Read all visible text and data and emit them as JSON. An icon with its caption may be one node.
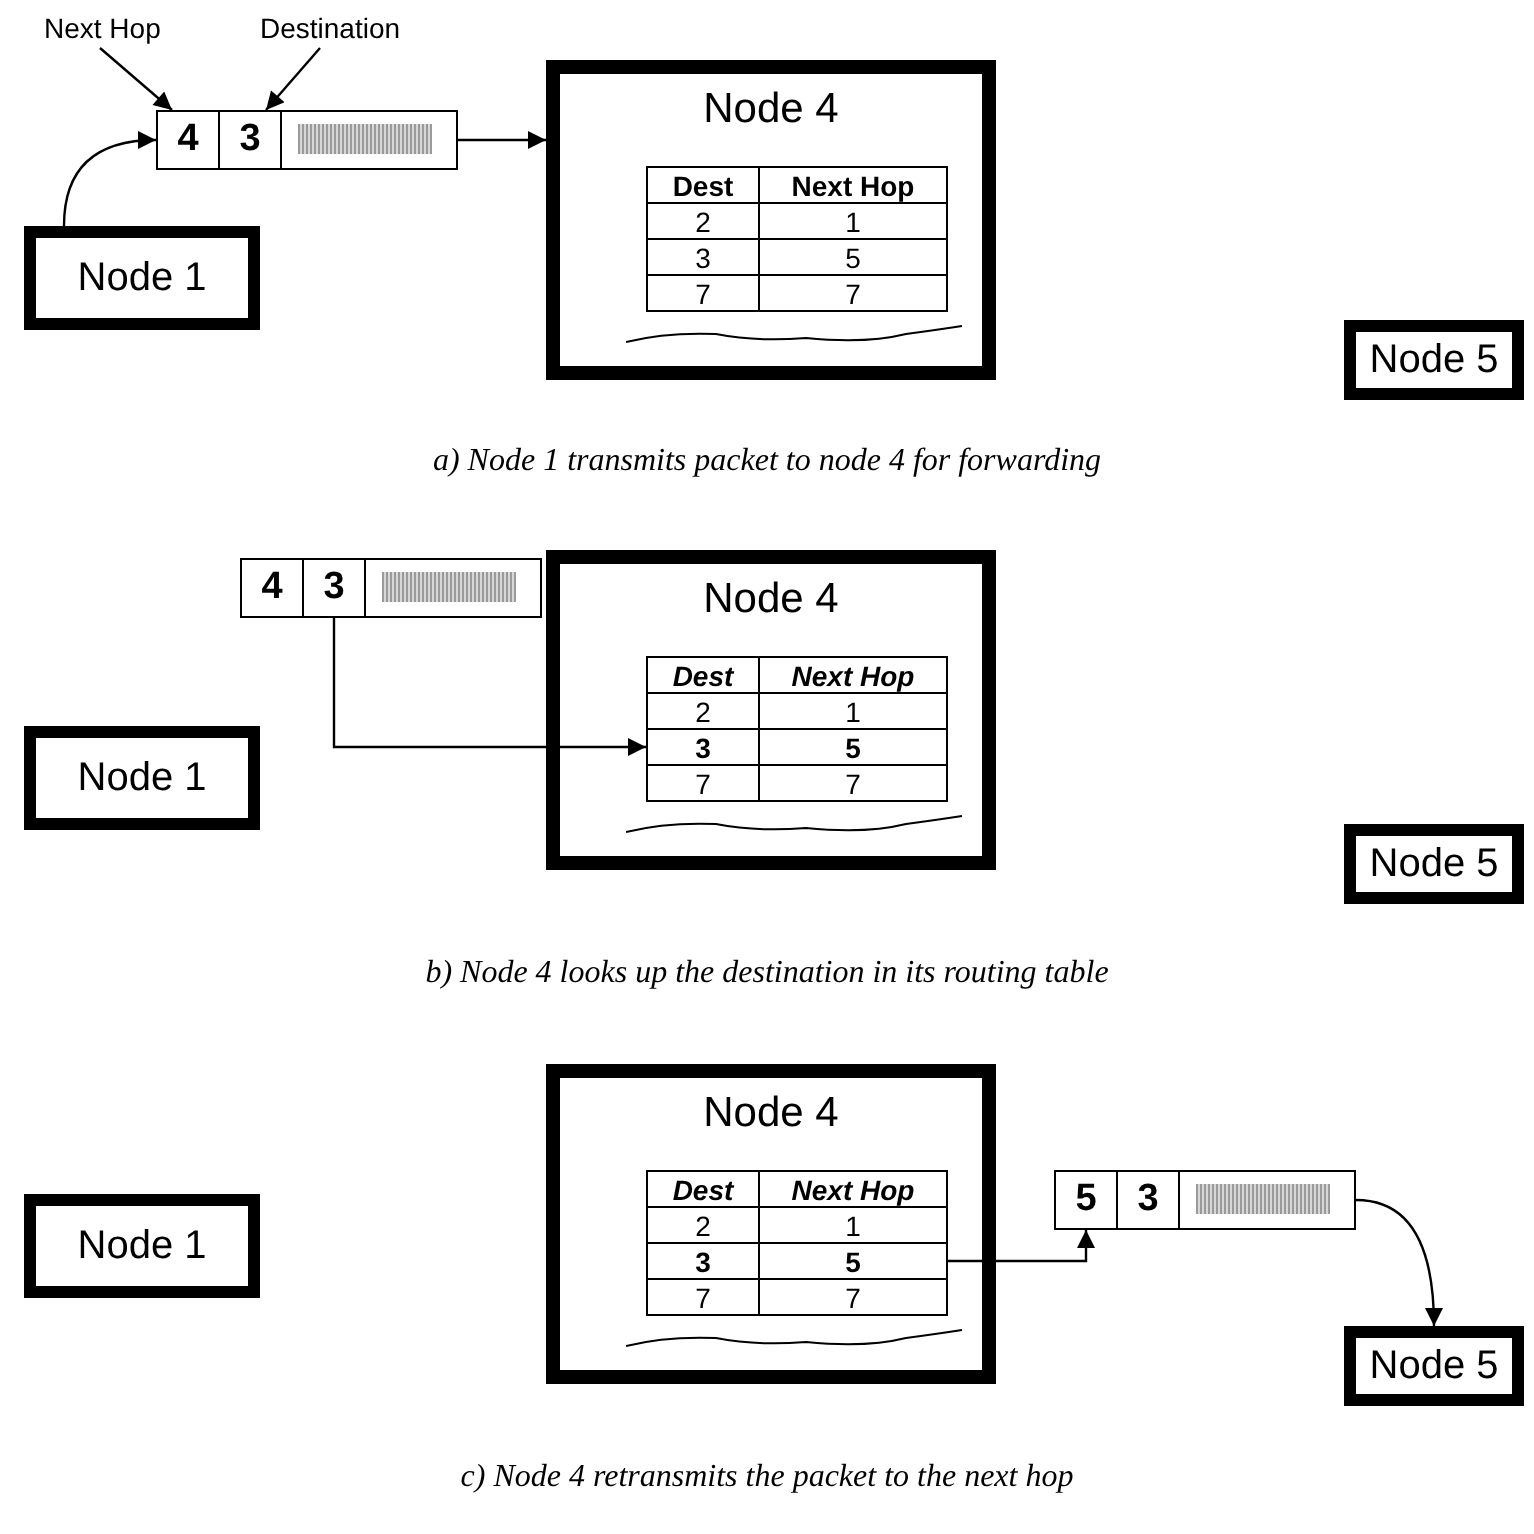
{
  "diagram": {
    "nodes": [
      {
        "text": [
          "Node 1"
        ]
      },
      {
        "text": [
          "Next Hop"
        ]
      },
      {
        "text": [
          "Destination"
        ]
      },
      {
        "text": [],
        "shape": "bar"
      },
      {
        "text": [
          "4"
        ],
        "in": 3
      },
      {
        "text": [
          "3"
        ],
        "in": 3
      },
      {
        "text": [],
        "shape": "box",
        "in": 3
      },
      {
        "text": [
          "Node 4"
        ]
      },
      {
        "text": [
          "Dest"
        ],
        "in": 7
      },
      {
        "text": [
          "Next Hop"
        ],
        "in": 7
      },
      {
        "text": [
          "2"
        ],
        "in": 7
      },
      {
        "text": [
          "1"
        ],
        "in": 7
      },
      {
        "text": [
          "3"
        ],
        "in": 7
      },
      {
        "text": [
          "5"
        ],
        "in": 7
      },
      {
        "text": [
          "7"
        ],
        "in": 7
      },
      {
        "text": [
          "7"
        ],
        "in": 7
      },
      {
        "text": [
          "Node 5"
        ]
      },
      {
        "text": [
          "Node 1"
        ]
      },
      {
        "text": [],
        "shape": "bar"
      },
      {
        "text": [
          "4"
        ],
        "in": 18
      },
      {
        "text": [
          "3"
        ],
        "in": 18
      },
      {
        "text": [],
        "shape": "box",
        "in": 18
      },
      {
        "text": [
          "Node 4"
        ]
      },
      {
        "text": [
          "Dest"
        ],
        "in": 22
      },
      {
        "text": [
          "Next Hop"
        ],
        "in": 22
      },
      {
        "text": [
          "2"
        ],
        "in": 22
      },
      {
        "text": [
          "1"
        ],
        "in": 22
      },
      {
        "text": [
          "3"
        ],
        "in": 22
      },
      {
        "text": [
          "5"
        ],
        "in": 22
      },
      {
        "text": [
          "7"
        ],
        "in": 22
      },
      {
        "text": [
          "7"
        ],
        "in": 22
      },
      {
        "text": [
          "Node 5"
        ]
      },
      {
        "text": [
          "Node 1"
        ]
      },
      {
        "text": [
          "Node 4"
        ]
      },
      {
        "text": [
          "Dest"
        ],
        "in": 33
      },
      {
        "text": [
          "Next Hop"
        ],
        "in": 33
      },
      {
        "text": [
          "2"
        ],
        "in": 33
      },
      {
        "text": [
          "1"
        ],
        "in": 33
      },
      {
        "text": [
          "3"
        ],
        "in": 33
      },
      {
        "text": [
          "5"
        ],
        "in": 33
      },
      {
        "text": [
          "7"
        ],
        "in": 33
      },
      {
        "text": [
          "7"
        ],
        "in": 33
      },
      {
        "text": [],
        "shape": "bar"
      },
      {
        "text": [
          "5"
        ],
        "in": 42
      },
      {
        "text": [
          "3"
        ],
        "in": 42
      },
      {
        "text": [],
        "shape": "box",
        "in": 42
      },
      {
        "text": [
          "Node 5"
        ]
      }
    ],
    "edges": [
      {
        "from": 0,
        "to": 3,
        "arrow": "to"
      },
      {
        "from": 1,
        "to": 4,
        "arrow": "to"
      },
      {
        "from": 2,
        "to": 5,
        "arrow": "to"
      },
      {
        "from": 3,
        "to": 7,
        "arrow": "to"
      },
      {
        "from": 20,
        "to": 27,
        "arrow": "to"
      },
      {
        "from": 39,
        "to": 43,
        "arrow": "to"
      },
      {
        "from": 42,
        "to": 46,
        "arrow": "to"
      }
    ],
    "labels": [
      "a) Node 1 transmits packet to node 4 for forwarding",
      "b) Node 4 looks up the destination in its routing table",
      "c) Node 4 retransmits the packet to the next hop"
    ]
  }
}
